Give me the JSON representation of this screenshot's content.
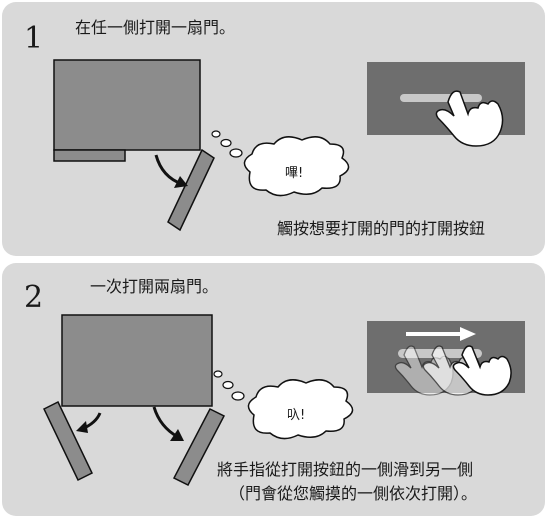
{
  "steps": [
    {
      "number": "1",
      "title": "在任一側打開一扇門。",
      "sound": "嗶!",
      "caption": "觸按想要打開的門的打開按鈕"
    },
    {
      "number": "2",
      "title": "一次打開兩扇門。",
      "sound": "叺!",
      "caption_line1": "將手指從打開按鈕的一側滑到另一側",
      "caption_line2": "（門會從您觸摸的一側依次打開）。"
    }
  ],
  "colors": {
    "panel": "#d9d9d9",
    "fridge": "#8c8c8c",
    "button_panel": "#6e6e6e",
    "button": "#c8c8c8"
  }
}
